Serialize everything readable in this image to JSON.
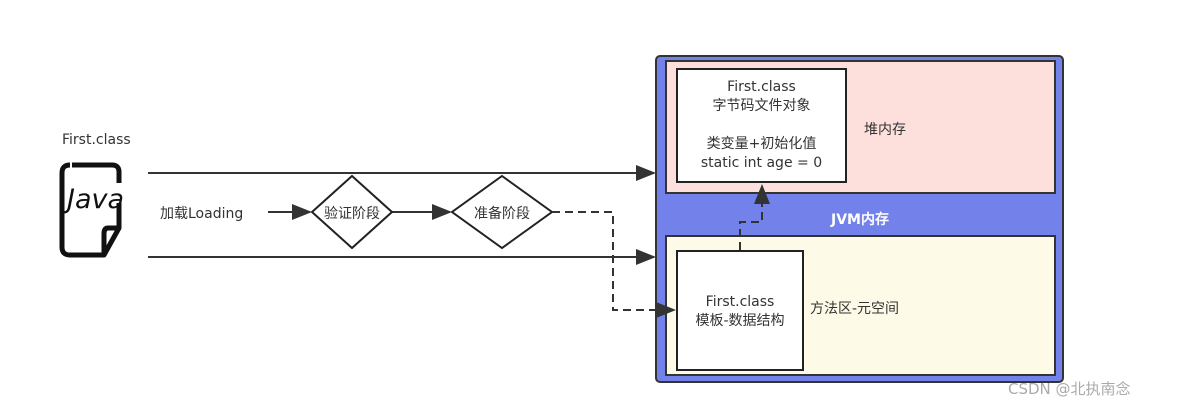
{
  "source_file": {
    "label": "First.class",
    "icon": "java-file-icon",
    "icon_text": "Java"
  },
  "stages": {
    "loading": "加载Loading",
    "verify": "验证阶段",
    "prepare": "准备阶段"
  },
  "jvm": {
    "title": "JVM内存",
    "heap": {
      "label": "堆内存",
      "object_box": {
        "line1": "First.class",
        "line2": "字节码文件对象",
        "line3": "类变量+初始化值",
        "line4": "static int age = 0"
      }
    },
    "method_area": {
      "label": "方法区-元空间",
      "template_box": {
        "line1": "First.class",
        "line2": "模板-数据结构"
      }
    }
  },
  "colors": {
    "jvm_fill": "#7282ea",
    "heap_fill": "#fde0dc",
    "method_fill": "#fdfbe8"
  },
  "watermark": "CSDN @北执南念"
}
